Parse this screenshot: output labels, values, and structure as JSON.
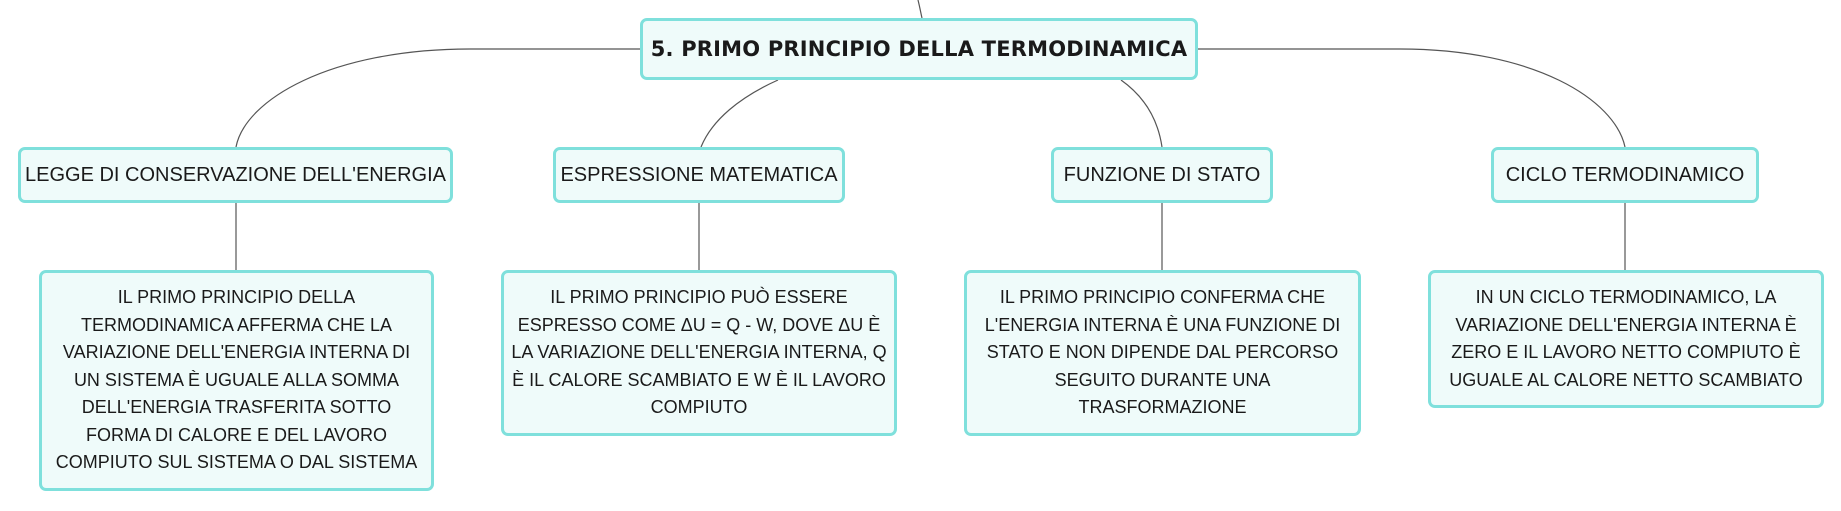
{
  "root": {
    "label": "5. PRIMO PRINCIPIO DELLA TERMODINAMICA"
  },
  "branches": [
    {
      "topic": "LEGGE DI CONSERVAZIONE DELL'ENERGIA",
      "detail": "IL PRIMO PRINCIPIO DELLA TERMODINAMICA AFFERMA CHE LA VARIAZIONE DELL'ENERGIA INTERNA DI UN SISTEMA È UGUALE ALLA SOMMA DELL'ENERGIA TRASFERITA SOTTO FORMA DI CALORE E DEL LAVORO COMPIUTO SUL SISTEMA O DAL SISTEMA"
    },
    {
      "topic": "ESPRESSIONE MATEMATICA",
      "detail": "IL PRIMO PRINCIPIO PUÒ ESSERE ESPRESSO COME ΔU = Q - W, DOVE ΔU È LA VARIAZIONE DELL'ENERGIA INTERNA, Q È IL CALORE SCAMBIATO E W È IL LAVORO COMPIUTO"
    },
    {
      "topic": "FUNZIONE DI STATO",
      "detail": "IL PRIMO PRINCIPIO CONFERMA CHE L'ENERGIA INTERNA È UNA FUNZIONE DI STATO E NON DIPENDE DAL PERCORSO SEGUITO DURANTE UNA TRASFORMAZIONE"
    },
    {
      "topic": "CICLO TERMODINAMICO",
      "detail": "IN UN CICLO TERMODINAMICO, LA VARIAZIONE DELL'ENERGIA INTERNA È ZERO E IL LAVORO NETTO COMPIUTO È UGUALE AL CALORE NETTO SCAMBIATO"
    }
  ],
  "colors": {
    "node_border": "#7fe0dc",
    "node_fill": "#effbfa",
    "connector": "#555555",
    "text": "#1a1a1a"
  }
}
